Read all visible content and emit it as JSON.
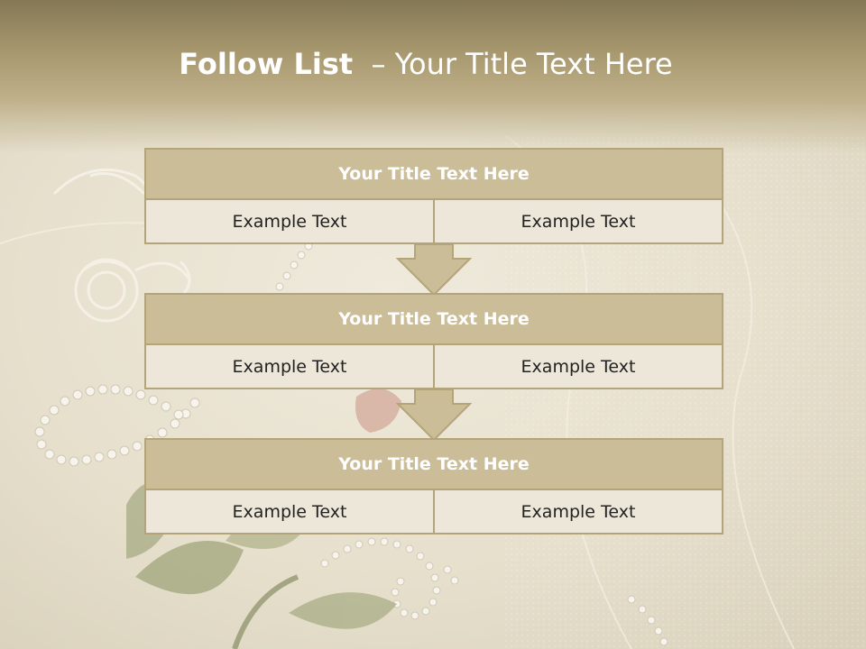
{
  "title": {
    "bold": "Follow List",
    "rest": "  – Your Title Text Here"
  },
  "boxes": [
    {
      "header": "Your Title Text Here",
      "cells": [
        "Example Text",
        "Example Text"
      ]
    },
    {
      "header": "Your Title Text Here",
      "cells": [
        "Example Text",
        "Example Text"
      ]
    },
    {
      "header": "Your Title Text Here",
      "cells": [
        "Example Text",
        "Example Text"
      ]
    }
  ],
  "colors": {
    "header_fill": "#cbbd98",
    "cell_fill": "#ede7da",
    "border": "#b4a47a",
    "title_band": "#a8996f"
  }
}
